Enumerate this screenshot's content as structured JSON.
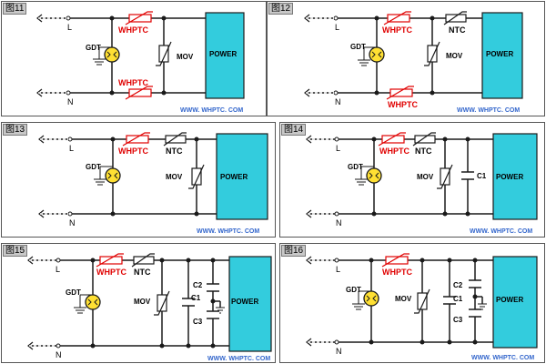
{
  "figures": [
    {
      "tag": "图11"
    },
    {
      "tag": "图12"
    },
    {
      "tag": "图13"
    },
    {
      "tag": "图14"
    },
    {
      "tag": "图15"
    },
    {
      "tag": "图16"
    }
  ],
  "labels": {
    "line": "L",
    "neutral": "N",
    "gdt": "GDT",
    "whptc": "WHPTC",
    "ntc": "NTC",
    "mov": "MOV",
    "power": "POWER",
    "c1": "C1",
    "c2": "C2",
    "c3": "C3",
    "website": "WWW. WHPTC. COM"
  },
  "colors": {
    "wire": "#1a1a1a",
    "ptc": "#e00000",
    "power_fill": "#33ccdd",
    "website": "#3366cc"
  }
}
